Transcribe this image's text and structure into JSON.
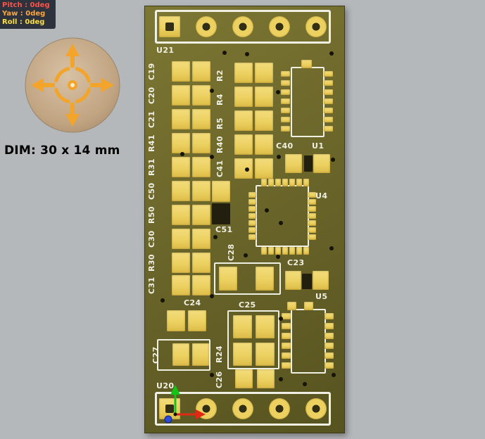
{
  "hud": {
    "pitch": "Pitch : 0deg",
    "yaw": "Yaw : 0deg",
    "roll": "Roll : 0deg"
  },
  "dim_label": "DIM: 30 x 14 mm",
  "pcb": {
    "refdes": {
      "u21": "U21",
      "u20": "U20",
      "u1": "U1",
      "u4": "U4",
      "u5": "U5",
      "c19": "C19",
      "c20": "C20",
      "c21": "C21",
      "r41": "R41",
      "r31": "R31",
      "r2": "R2",
      "r4": "R4",
      "r5": "R5",
      "r40": "R40",
      "c41": "C41",
      "c50": "C50",
      "r50": "R50",
      "c30": "C30",
      "r30": "R30",
      "c31": "C31",
      "c51": "C51",
      "c28": "C28",
      "c40": "C40",
      "c23": "C23",
      "c24": "C24",
      "c25": "C25",
      "r24": "R24",
      "c26": "C26",
      "c27": "C27"
    }
  },
  "colors": {
    "background": "#b4b8bb",
    "hud_bg": "#262b36",
    "pitch": "#ff4f43",
    "yaw": "#ffa63c",
    "roll": "#ffe13e",
    "board": "#6b662a",
    "pad": "#ecd161",
    "silk": "#f0efe3",
    "arrow": "#f2a42b",
    "compass_bg": "#c3a683",
    "axis_x": "#e02812",
    "axis_y": "#14c314",
    "axis_z": "#2b4bdf"
  }
}
